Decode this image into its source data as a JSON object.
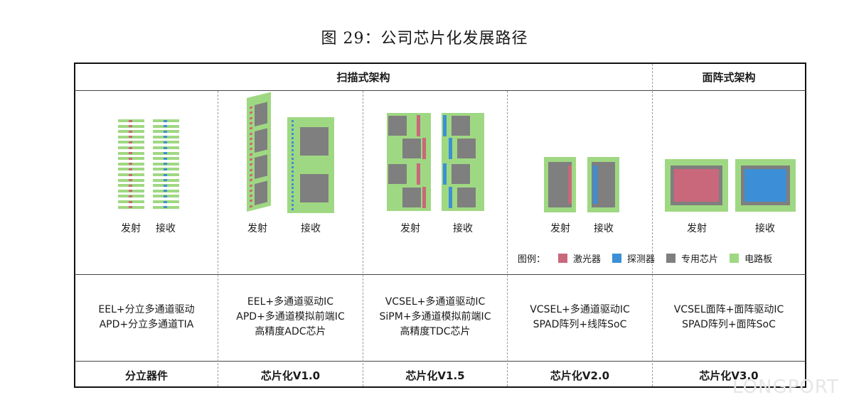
{
  "title": "图 29：公司芯片化发展路径",
  "header": {
    "scan": "扫描式架构",
    "area": "面阵式架构"
  },
  "labels": {
    "tx": "发射",
    "rx": "接收"
  },
  "columns": [
    {
      "desc": [
        "EEL+分立多通道驱动",
        "APD+分立多通道TIA"
      ],
      "version": "分立器件"
    },
    {
      "desc": [
        "EEL+多通道驱动IC",
        "APD+多通道模拟前端IC",
        "高精度ADC芯片"
      ],
      "version": "芯片化V1.0"
    },
    {
      "desc": [
        "VCSEL+多通道驱动IC",
        "SiPM+多通道模拟前端IC",
        "高精度TDC芯片"
      ],
      "version": "芯片化V1.5"
    },
    {
      "desc": [
        "VCSEL+多通道驱动IC",
        "SPAD阵列+线阵SoC"
      ],
      "version": "芯片化V2.0"
    },
    {
      "desc": [
        "VCSEL面阵+面阵驱动IC",
        "SPAD阵列+面阵SoC"
      ],
      "version": "芯片化V3.0"
    }
  ],
  "legend": {
    "prefix": "图例：",
    "items": [
      {
        "name": "激光器",
        "color": "#c9677b"
      },
      {
        "name": "探测器",
        "color": "#3c8fd6"
      },
      {
        "name": "专用芯片",
        "color": "#7f7f7f"
      },
      {
        "name": "电路板",
        "color": "#9fd882"
      }
    ]
  },
  "watermark": "LONGPORT"
}
